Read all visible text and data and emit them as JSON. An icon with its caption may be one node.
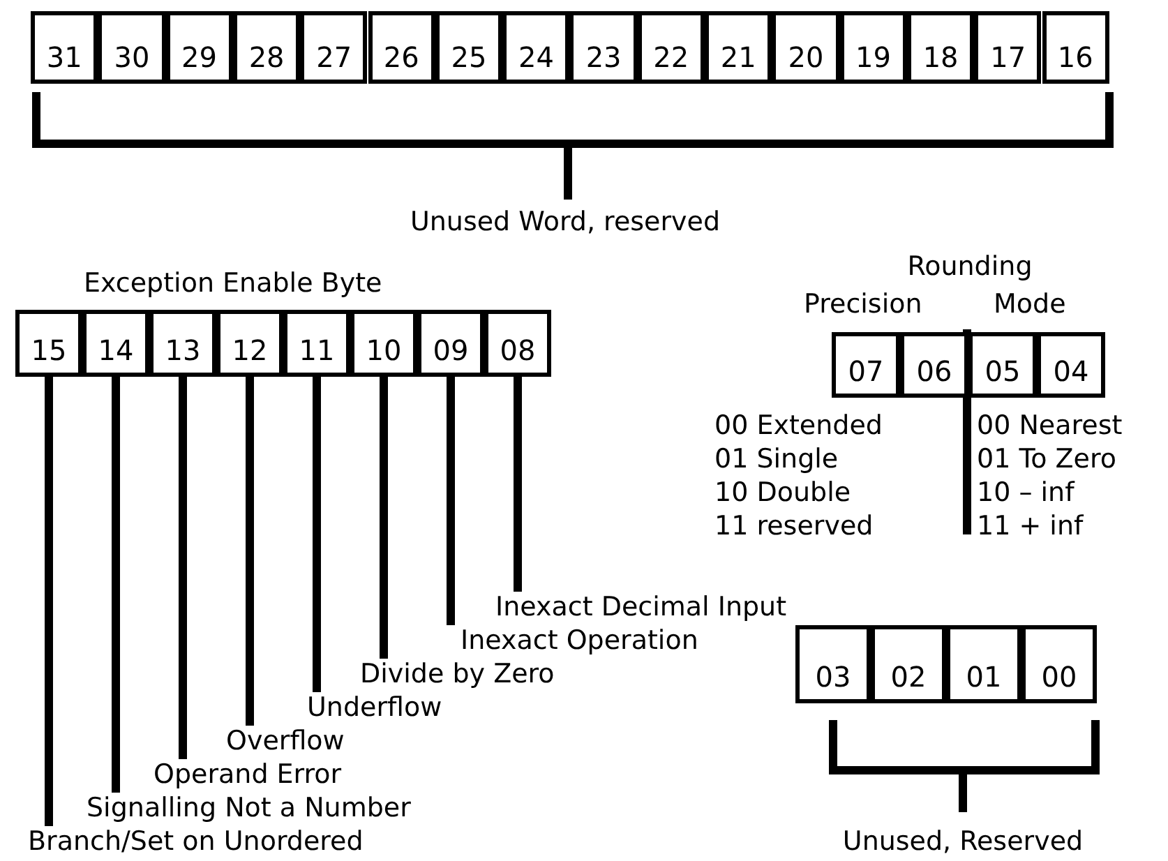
{
  "diagram": {
    "nodes": [
      {
        "text": [
          "31"
        ]
      },
      {
        "text": [
          "30"
        ]
      },
      {
        "text": [
          "29"
        ]
      },
      {
        "text": [
          "28"
        ]
      },
      {
        "text": [
          "27"
        ]
      },
      {
        "text": [
          "26"
        ]
      },
      {
        "text": [
          "25"
        ]
      },
      {
        "text": [
          "24"
        ]
      },
      {
        "text": [
          "23"
        ]
      },
      {
        "text": [
          "22"
        ]
      },
      {
        "text": [
          "21"
        ]
      },
      {
        "text": [
          "20"
        ]
      },
      {
        "text": [
          "19"
        ]
      },
      {
        "text": [
          "18"
        ]
      },
      {
        "text": [
          "17"
        ]
      },
      {
        "text": [
          "16"
        ]
      },
      {
        "text": [
          "15"
        ]
      },
      {
        "text": [
          "14"
        ]
      },
      {
        "text": [
          "13"
        ]
      },
      {
        "text": [
          "12"
        ]
      },
      {
        "text": [
          "11"
        ]
      },
      {
        "text": [
          "10"
        ]
      },
      {
        "text": [
          "09"
        ]
      },
      {
        "text": [
          "08"
        ]
      },
      {
        "text": [
          "07"
        ]
      },
      {
        "text": [
          "06"
        ]
      },
      {
        "text": [
          "05"
        ]
      },
      {
        "text": [
          "04"
        ]
      },
      {
        "text": [
          "03"
        ]
      },
      {
        "text": [
          "02"
        ]
      },
      {
        "text": [
          "01"
        ]
      },
      {
        "text": [
          "00"
        ]
      },
      {
        "text": [
          "Inexact Decimal Input"
        ]
      },
      {
        "text": [
          "Inexact Operation"
        ]
      },
      {
        "text": [
          "Divide by Zero"
        ]
      },
      {
        "text": [
          "Underflow"
        ]
      },
      {
        "text": [
          "Overflow"
        ]
      },
      {
        "text": [
          "Operand Error"
        ]
      },
      {
        "text": [
          "Signalling Not a Number"
        ]
      },
      {
        "text": [
          "Branch/Set on Unordered"
        ]
      }
    ],
    "edges": [
      {
        "from": 32,
        "to": 23,
        "arrow": "none"
      },
      {
        "from": 33,
        "to": 22,
        "arrow": "none"
      },
      {
        "from": 34,
        "to": 21,
        "arrow": "none"
      },
      {
        "from": 35,
        "to": 20,
        "arrow": "none"
      },
      {
        "from": 36,
        "to": 19,
        "arrow": "none"
      },
      {
        "from": 37,
        "to": 18,
        "arrow": "none"
      },
      {
        "from": 38,
        "to": 17,
        "arrow": "none"
      },
      {
        "from": 39,
        "to": 16,
        "arrow": "none"
      }
    ],
    "labels": [
      "Unused Word, reserved",
      "Exception Enable Byte",
      "Rounding",
      "Precision",
      "Mode",
      "00 Extended",
      "00 Nearest",
      "01 Single",
      "01 To Zero",
      "10 Double",
      "10 – inf",
      "11 reserved",
      "11 + inf",
      "Unused, Reserved"
    ]
  }
}
